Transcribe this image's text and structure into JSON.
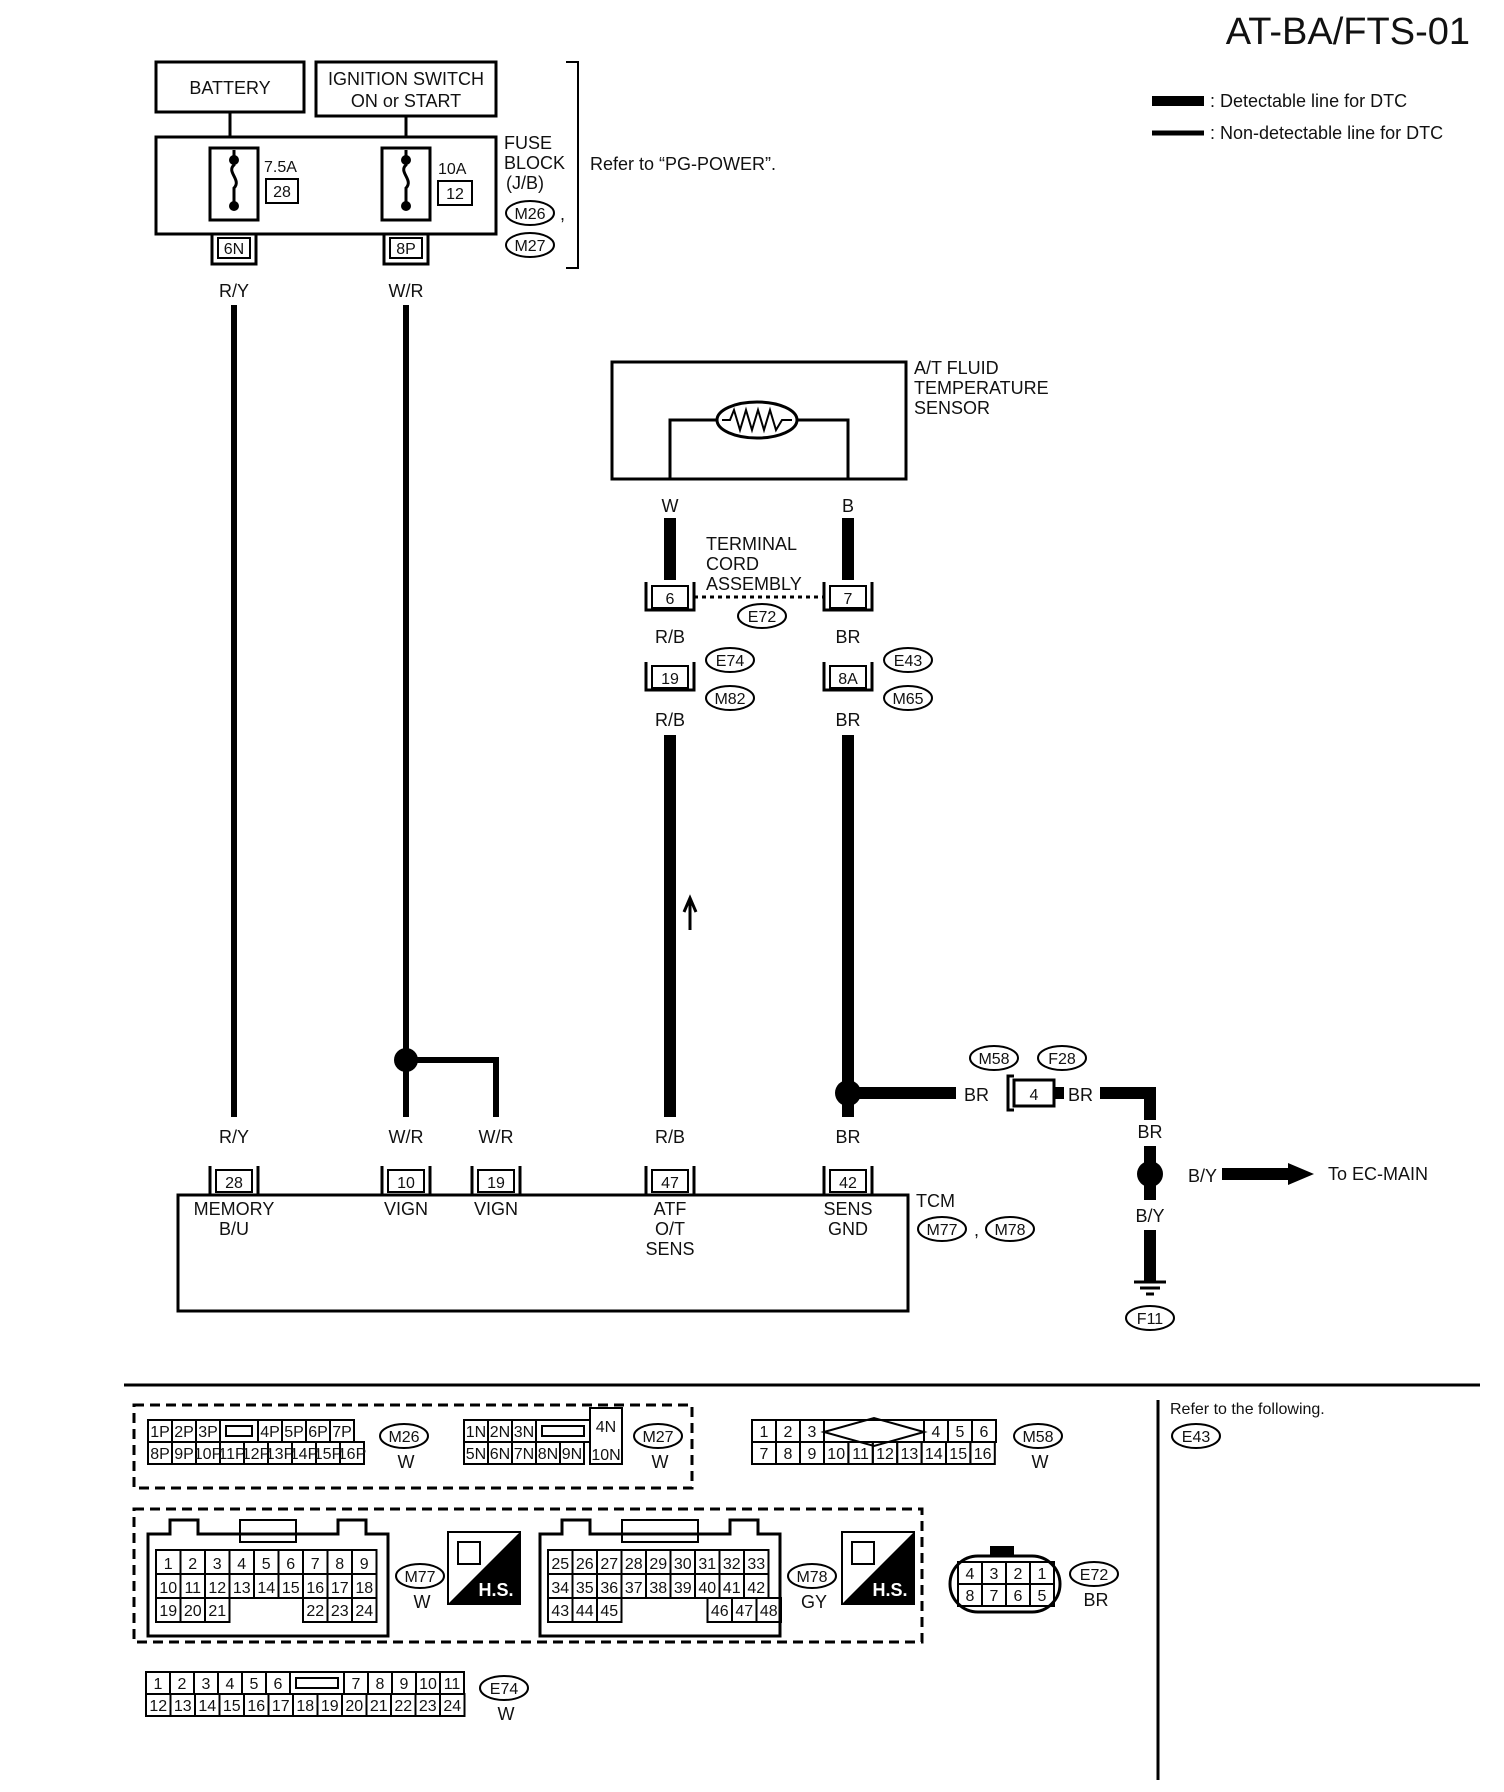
{
  "title": "AT-BA/FTS-01",
  "legend": {
    "detectable": ": Detectable line for DTC",
    "non_detectable": ": Non-detectable line for DTC"
  },
  "power": {
    "battery": "BATTERY",
    "ignition_line1": "IGNITION SWITCH",
    "ignition_line2": "ON or START",
    "fuse1_amp": "7.5A",
    "fuse1_num": "28",
    "fuse2_amp": "10A",
    "fuse2_num": "12",
    "fuse_block_l1": "FUSE",
    "fuse_block_l2": "BLOCK",
    "fuse_block_l3": "(J/B)",
    "fuse_conn1": "M26",
    "fuse_conn2": "M27",
    "comma": ",",
    "refer": "Refer to “PG-POWER”.",
    "term1": "6N",
    "term2": "8P",
    "wire1": "R/Y",
    "wire2": "W/R"
  },
  "sensor": {
    "label_l1": "A/T FLUID",
    "label_l2": "TEMPERATURE",
    "label_l3": "SENSOR",
    "wire_w": "W",
    "wire_b": "B",
    "tca_l1": "TERMINAL",
    "tca_l2": "CORD",
    "tca_l3": "ASSEMBLY",
    "tca_pin_a": "6",
    "tca_pin_b": "7",
    "tca_conn": "E72",
    "wire_rb": "R/B",
    "wire_br": "BR",
    "pin19": "19",
    "pin8a": "8A",
    "conn_e74": "E74",
    "conn_m82": "M82",
    "conn_e43": "E43",
    "conn_m65": "M65"
  },
  "ground": {
    "conn_m58": "M58",
    "conn_f28": "F28",
    "pin": "4",
    "wire_br": "BR",
    "wire_by": "B/Y",
    "to": "To EC-MAIN",
    "gnd": "F11"
  },
  "tcm": {
    "label": "TCM",
    "conn1": "M77",
    "conn2": "M78",
    "comma": ",",
    "pins": [
      {
        "num": "28",
        "wire": "R/Y",
        "name1": "MEMORY",
        "name2": "B/U",
        "name3": ""
      },
      {
        "num": "10",
        "wire": "W/R",
        "name1": "VIGN",
        "name2": "",
        "name3": ""
      },
      {
        "num": "19",
        "wire": "W/R",
        "name1": "VIGN",
        "name2": "",
        "name3": ""
      },
      {
        "num": "47",
        "wire": "R/B",
        "name1": "ATF",
        "name2": "O/T",
        "name3": "SENS"
      },
      {
        "num": "42",
        "wire": "BR",
        "name1": "SENS",
        "name2": "GND",
        "name3": ""
      }
    ]
  },
  "connectors": {
    "m26": {
      "id": "M26",
      "color": "W",
      "row1": [
        "1P",
        "2P",
        "3P",
        "",
        "4P",
        "5P",
        "6P",
        "7P"
      ],
      "row2": [
        "8P",
        "9P",
        "10P",
        "11P",
        "12P",
        "13P",
        "14P",
        "15P",
        "16P"
      ]
    },
    "m27": {
      "id": "M27",
      "color": "W",
      "row1": [
        "1N",
        "2N",
        "3N",
        ""
      ],
      "row2": [
        "5N",
        "6N",
        "7N",
        "8N",
        "9N"
      ],
      "side": [
        "4N",
        "10N"
      ]
    },
    "m58": {
      "id": "M58",
      "color": "W",
      "row1": [
        "1",
        "2",
        "3",
        "",
        "4",
        "5",
        "6"
      ],
      "row2": [
        "7",
        "8",
        "9",
        "10",
        "11",
        "12",
        "13",
        "14",
        "15",
        "16"
      ]
    },
    "refer": {
      "text": "Refer to the following.",
      "id": "E43"
    },
    "m77": {
      "id": "M77",
      "color": "W",
      "hs": "H.S.",
      "row1": [
        "1",
        "2",
        "3",
        "4",
        "5",
        "6",
        "7",
        "8",
        "9"
      ],
      "row2": [
        "10",
        "11",
        "12",
        "13",
        "14",
        "15",
        "16",
        "17",
        "18"
      ],
      "row3": [
        "19",
        "20",
        "21",
        "",
        "",
        "",
        "22",
        "23",
        "24"
      ]
    },
    "m78": {
      "id": "M78",
      "color": "GY",
      "hs": "H.S.",
      "row1": [
        "25",
        "26",
        "27",
        "28",
        "29",
        "30",
        "31",
        "32",
        "33"
      ],
      "row2": [
        "34",
        "35",
        "36",
        "37",
        "38",
        "39",
        "40",
        "41",
        "42"
      ],
      "row3": [
        "43",
        "44",
        "45",
        "",
        "",
        "46",
        "47",
        "48"
      ]
    },
    "e72": {
      "id": "E72",
      "color": "BR",
      "row1": [
        "4",
        "3",
        "2",
        "1"
      ],
      "row2": [
        "8",
        "7",
        "6",
        "5"
      ]
    },
    "e74": {
      "id": "E74",
      "color": "W",
      "row1": [
        "1",
        "2",
        "3",
        "4",
        "5",
        "6",
        "",
        "7",
        "8",
        "9",
        "10",
        "11"
      ],
      "row2": [
        "12",
        "13",
        "14",
        "15",
        "16",
        "17",
        "18",
        "19",
        "20",
        "21",
        "22",
        "23",
        "24"
      ]
    }
  }
}
